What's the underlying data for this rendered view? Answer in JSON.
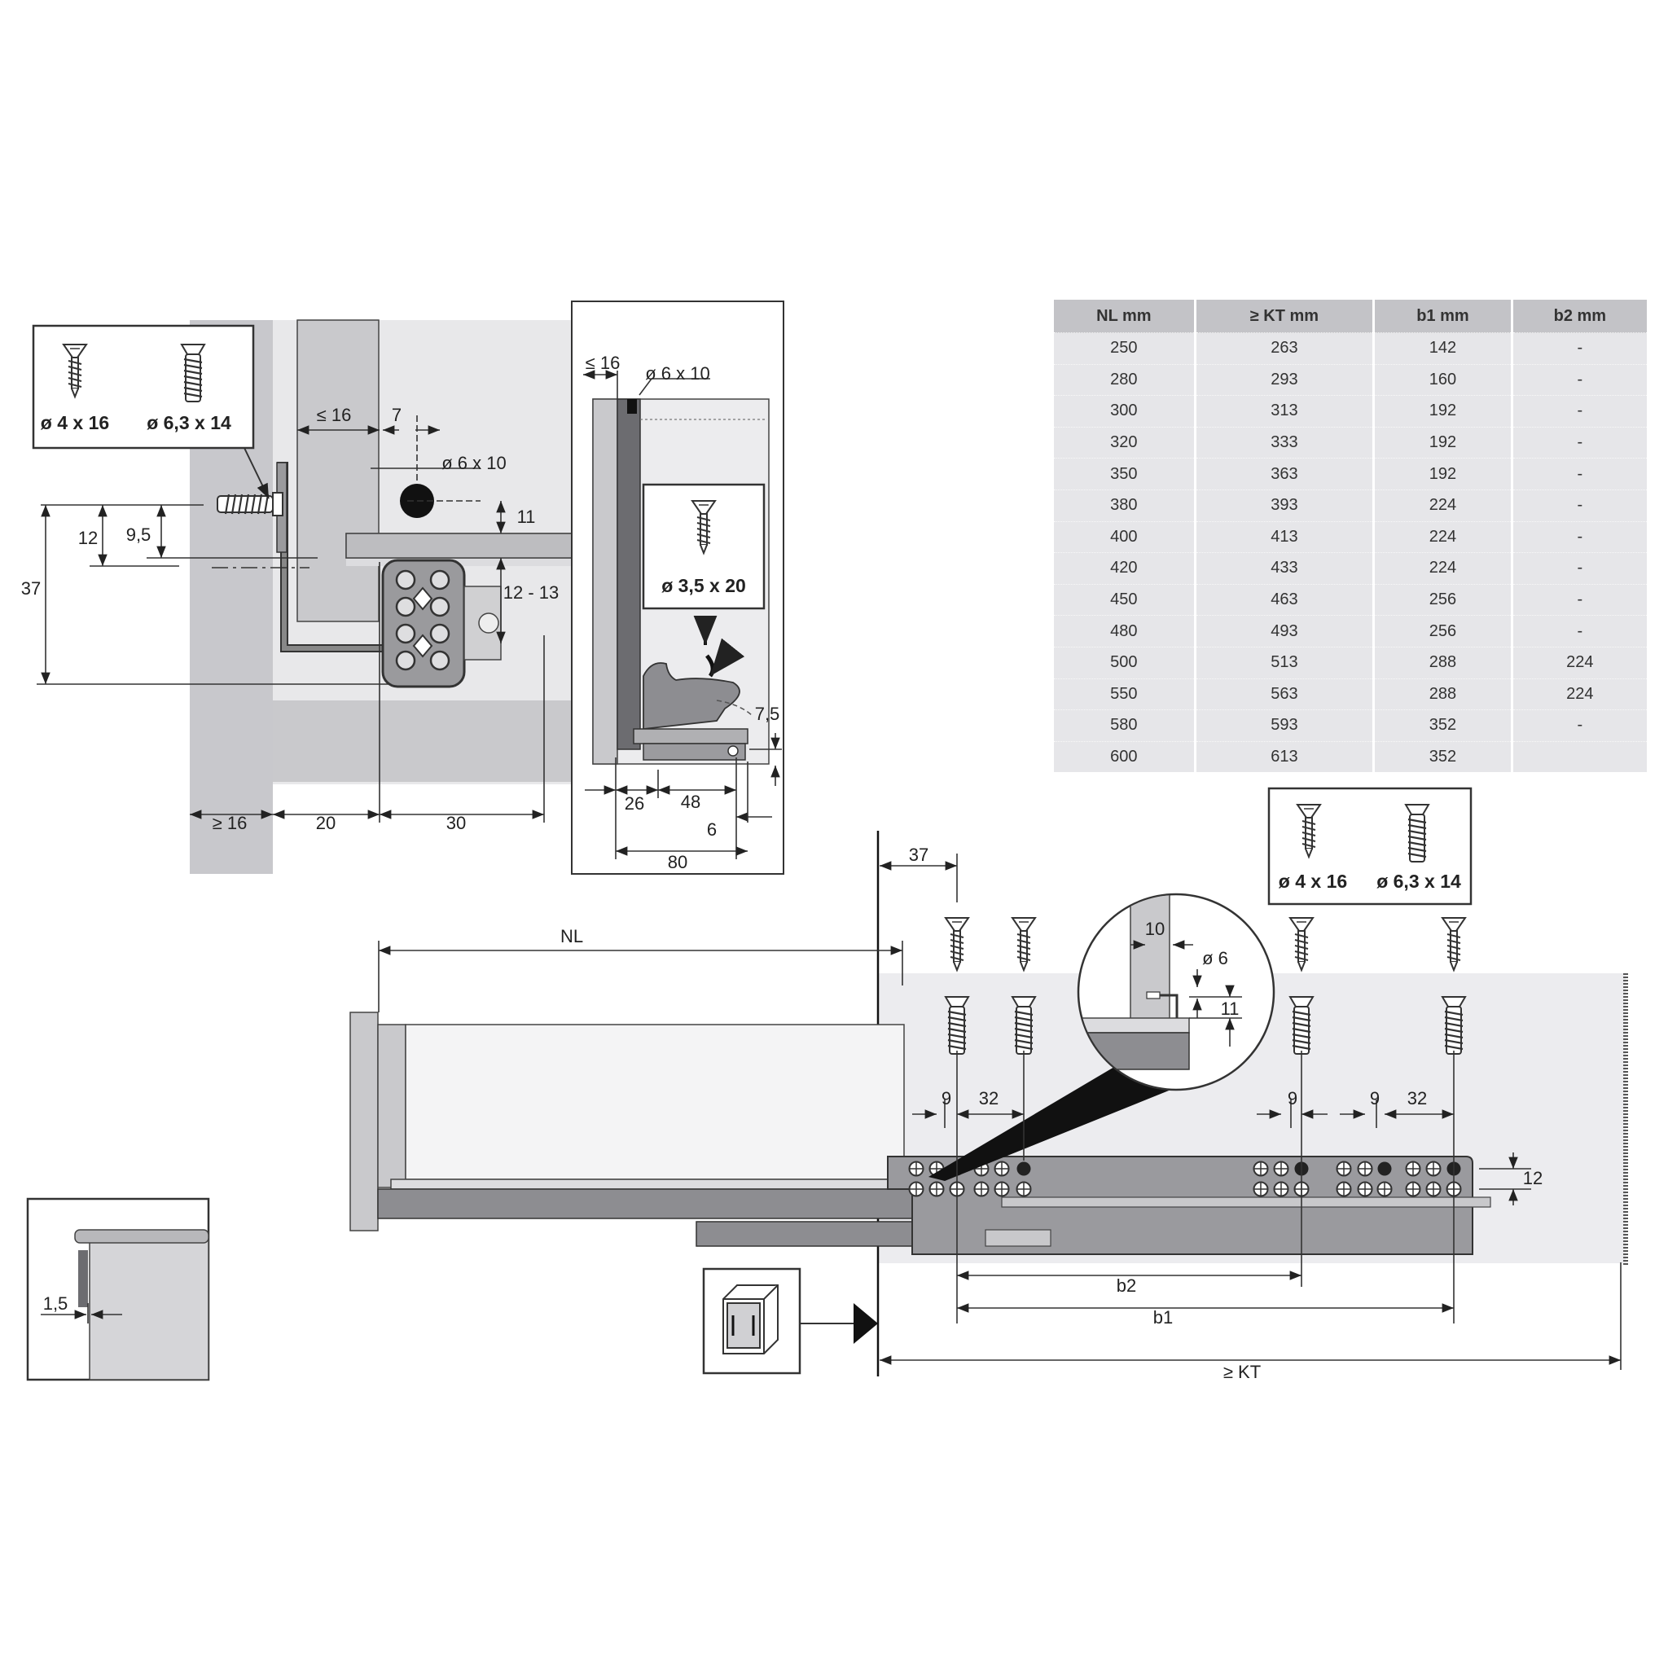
{
  "screws_top_left": {
    "screw_a": "ø 4 x 16",
    "screw_b": "ø 6,3 x 14"
  },
  "screws_bottom_right": {
    "screw_a": "ø 4 x 16",
    "screw_b": "ø 6,3 x 14"
  },
  "front_view": {
    "dims": {
      "le16_top": "≤ 16",
      "d7": "7",
      "hole": "ø 6 x 10",
      "d11": "11",
      "d12": "12",
      "d9_5": "9,5",
      "d37": "37",
      "d12_13": "12 - 13",
      "ge16": "≥ 16",
      "d20": "20",
      "d30": "30"
    }
  },
  "side_detail": {
    "dims": {
      "le16": "≤ 16",
      "hole": "ø 6 x 10",
      "screw": "ø 3,5 x 20",
      "d7_5": "7,5",
      "d26": "26",
      "d48": "48",
      "d6": "6",
      "d80": "80"
    }
  },
  "spec_table": {
    "headers": [
      "NL mm",
      "≥ KT mm",
      "b1 mm",
      "b2 mm"
    ],
    "rows": [
      [
        "250",
        "263",
        "142",
        "-"
      ],
      [
        "280",
        "293",
        "160",
        "-"
      ],
      [
        "300",
        "313",
        "192",
        "-"
      ],
      [
        "320",
        "333",
        "192",
        "-"
      ],
      [
        "350",
        "363",
        "192",
        "-"
      ],
      [
        "380",
        "393",
        "224",
        "-"
      ],
      [
        "400",
        "413",
        "224",
        "-"
      ],
      [
        "420",
        "433",
        "224",
        "-"
      ],
      [
        "450",
        "463",
        "256",
        "-"
      ],
      [
        "480",
        "493",
        "256",
        "-"
      ],
      [
        "500",
        "513",
        "288",
        "224"
      ],
      [
        "550",
        "563",
        "288",
        "224"
      ],
      [
        "580",
        "593",
        "352",
        "-"
      ],
      [
        "600",
        "613",
        "352",
        ""
      ]
    ]
  },
  "side_view": {
    "dims": {
      "d37": "37",
      "nl": "NL",
      "d9_a": "9",
      "d32_a": "32",
      "d9_b": "9",
      "d9_c": "9",
      "d32_b": "32",
      "d12": "12",
      "b2": "b2",
      "b1": "b1",
      "kt": "≥ KT"
    }
  },
  "magnifier": {
    "dims": {
      "d10": "10",
      "hole": "ø 6",
      "d11": "11"
    }
  },
  "front_edge_detail": {
    "dims": {
      "d1_5": "1,5"
    }
  }
}
